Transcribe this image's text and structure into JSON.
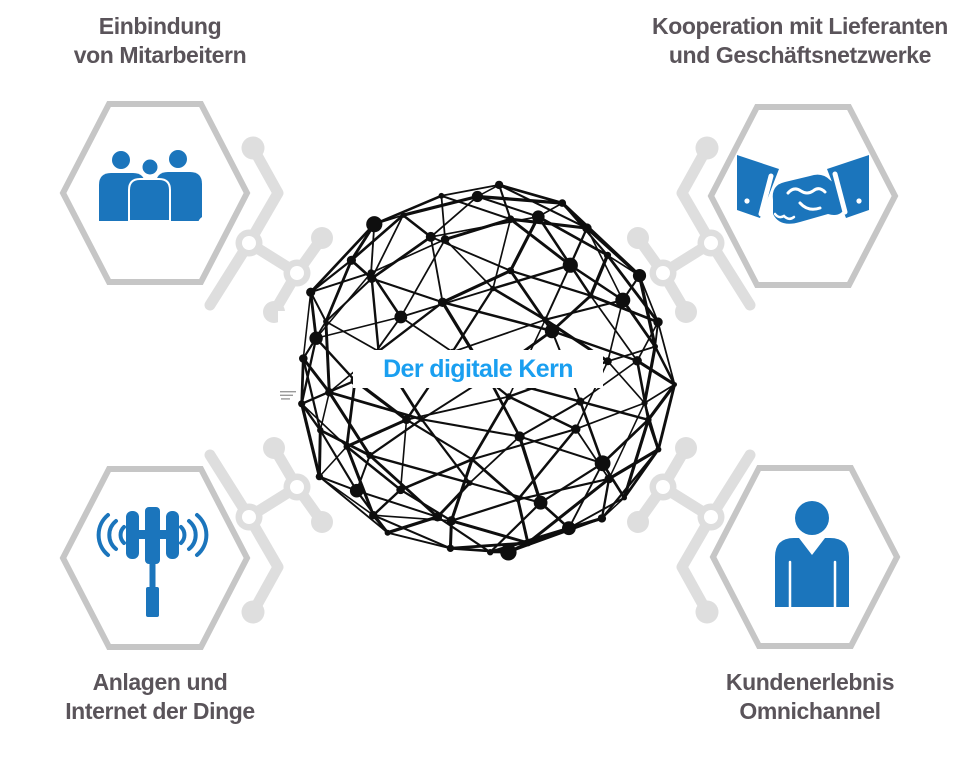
{
  "colors": {
    "background": "#ffffff",
    "icon_blue": "#1b75bc",
    "accent_blue": "#1a9ff0",
    "label_gray": "#5a545a",
    "hex_stroke": "#c6c6c6",
    "molecule_gray": "#dedede",
    "net_black": "#0e0e0e"
  },
  "center": {
    "label": "Der digitale Kern"
  },
  "quadrants": {
    "top_left": {
      "line1": "Einbindung",
      "line2": "von Mitarbeitern",
      "icon": "employees-group-icon"
    },
    "top_right": {
      "line1": "Kooperation mit Lieferanten",
      "line2": "und Geschäftsnetzwerke",
      "icon": "handshake-icon"
    },
    "bottom_left": {
      "line1": "Anlagen und",
      "line2": "Internet der Dinge",
      "icon": "radio-mast-icon"
    },
    "bottom_right": {
      "line1": "Kundenerlebnis",
      "line2": "Omnichannel",
      "icon": "customer-person-icon"
    }
  }
}
